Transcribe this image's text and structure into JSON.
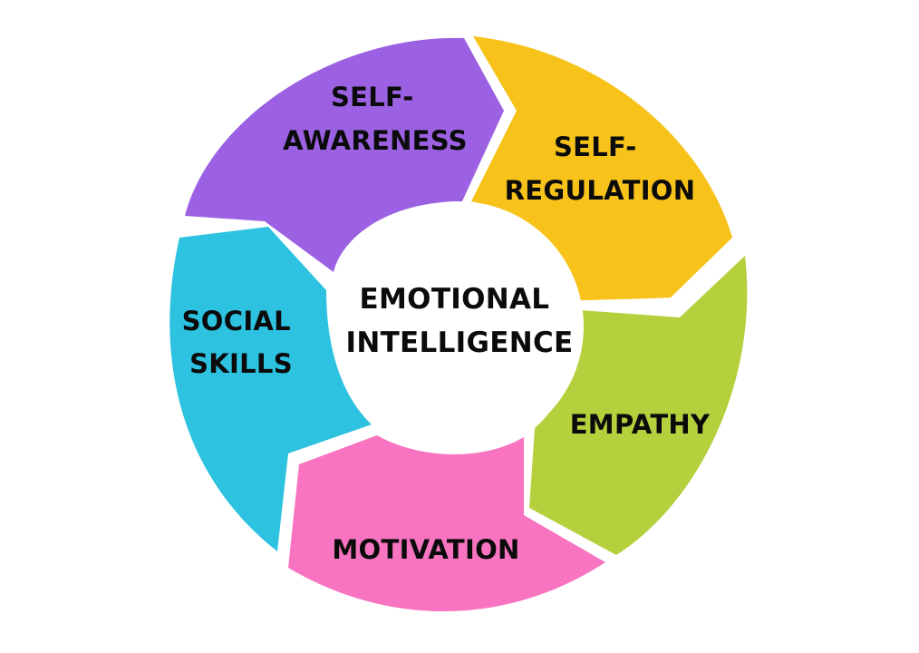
{
  "center": {
    "lines": [
      "EMOTIONAL",
      "INTELLIGENCE"
    ]
  },
  "segments": [
    {
      "id": "self-awareness",
      "lines": [
        "SELF-",
        "AWARENESS"
      ],
      "color": "#9b61e2"
    },
    {
      "id": "self-regulation",
      "lines": [
        "SELF-",
        "REGULATION"
      ],
      "color": "#f7c21a"
    },
    {
      "id": "empathy",
      "lines": [
        "EMPATHY"
      ],
      "color": "#b4d03d"
    },
    {
      "id": "motivation",
      "lines": [
        "MOTIVATION"
      ],
      "color": "#f874c0"
    },
    {
      "id": "social-skills",
      "lines": [
        "SOCIAL",
        "SKILLS"
      ],
      "color": "#2cc2e0"
    }
  ],
  "colors": {
    "background": "#ffffff",
    "hub": "#ffffff",
    "text": "#0b0b0b"
  }
}
